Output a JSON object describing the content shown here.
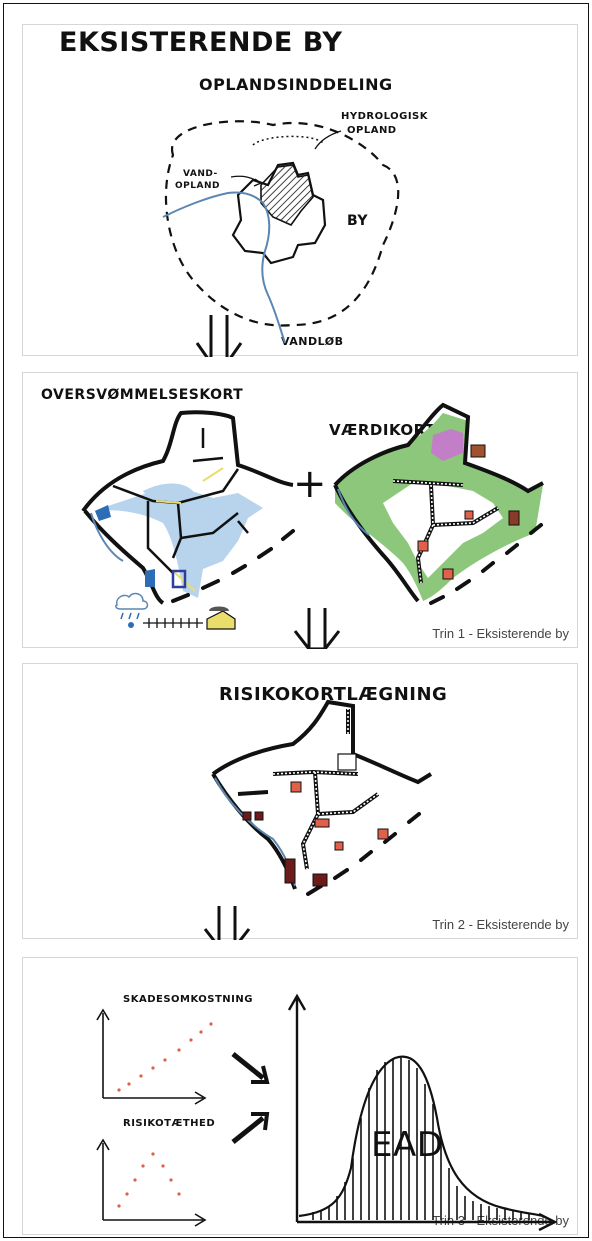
{
  "panel1": {
    "title": "EKSISTERENDE BY",
    "subtitle": "OPLANDSINDDELING",
    "labels": {
      "hydrologisk": "HYDROLOGISK",
      "opland": "OPLAND",
      "vand": "VAND-",
      "vand_opland": "OPLAND",
      "by": "BY",
      "vandlob": "VANDLØB"
    }
  },
  "panel2": {
    "title_left": "OVERSVØMMELSESKORT",
    "title_right": "VÆRDIKORT",
    "plus": "+",
    "caption": "Trin 1 - Eksisterende by"
  },
  "panel3": {
    "title": "RISIKOKORTLÆGNING",
    "caption": "Trin 2 - Eksisterende by"
  },
  "panel4": {
    "label_top": "SKADESOMKOSTNING",
    "label_bottom": "RISIKOTÆTHED",
    "ead": "EAD",
    "caption": "Trin 3 - Eksisterende by"
  },
  "colors": {
    "river": "#5b86b3",
    "flood_light": "#b8d3ec",
    "flood_dark": "#2d6db5",
    "value_green": "#8dc77b",
    "value_purple": "#c27fc7",
    "risk_red": "#e0604a",
    "risk_dark": "#6d1a1a",
    "yellow": "#e9dd6c"
  }
}
